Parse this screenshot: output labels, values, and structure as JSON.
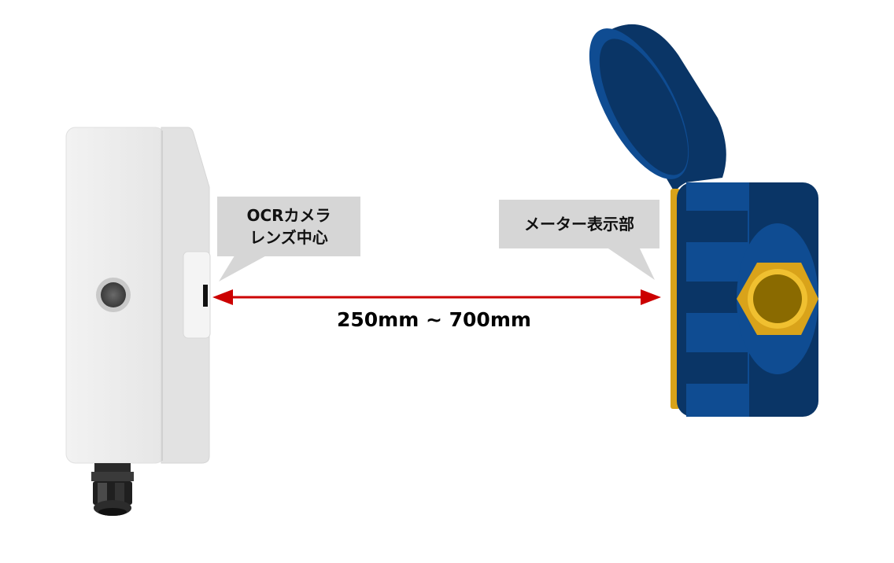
{
  "callouts": {
    "camera": {
      "line1": "OCRカメラ",
      "line2": "レンズ中心"
    },
    "meter": {
      "label": "メーター表示部"
    }
  },
  "distance": {
    "label": "250mm ~ 700mm"
  },
  "colors": {
    "arrow": "#cc0000",
    "callout": "#d6d6d6",
    "device_body": "#eeeeee",
    "meter_blue_dark": "#0a3566",
    "meter_blue": "#0f4c92",
    "brass": "#d9a31a"
  },
  "icons": [
    "ocr-camera-device",
    "lens-icon",
    "cable-gland",
    "water-meter",
    "meter-lid",
    "brass-fitting"
  ]
}
